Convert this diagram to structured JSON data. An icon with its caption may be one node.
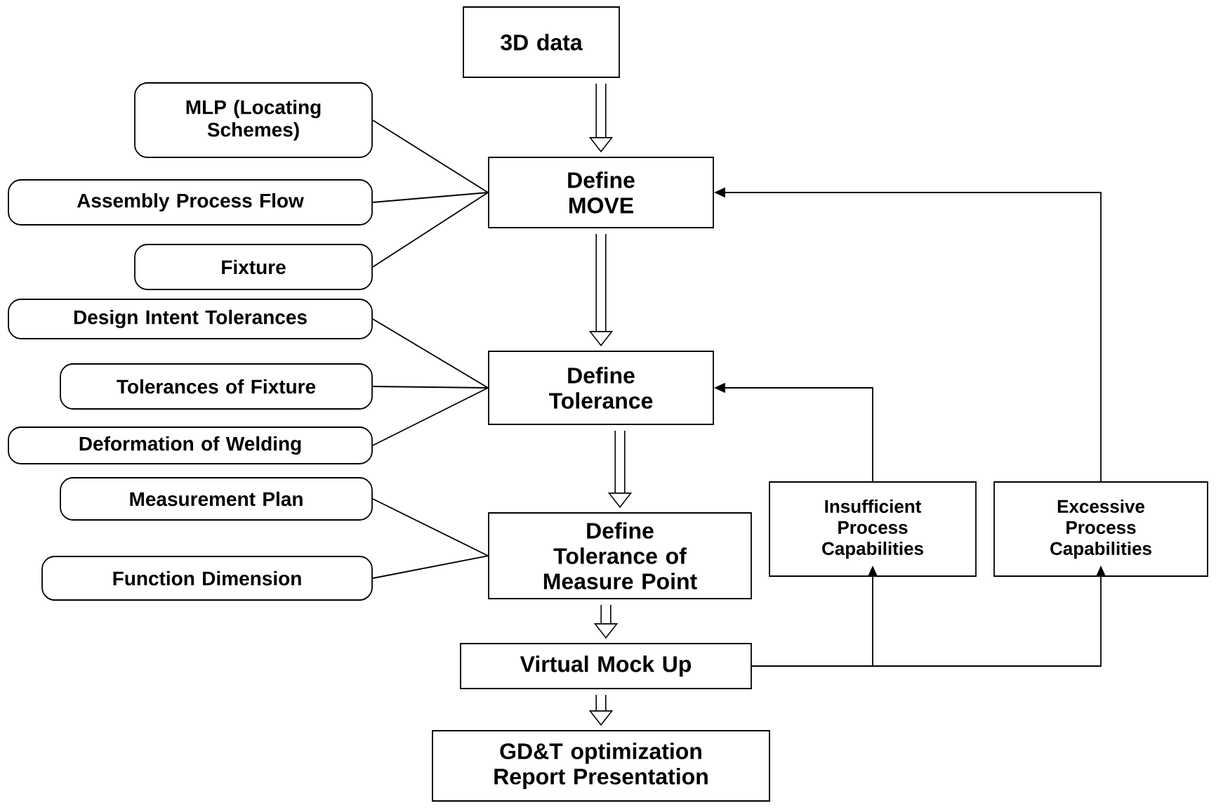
{
  "diagram": {
    "nodes": [
      {
        "text": [
          "3D data"
        ]
      },
      {
        "text": [
          "MLP (Locating Schemes)"
        ]
      },
      {
        "text": [
          "Define MOVE"
        ]
      },
      {
        "text": [
          "Assembly Process Flow"
        ]
      },
      {
        "text": [
          "Fixture"
        ]
      },
      {
        "text": [
          "Design Intent Tolerances"
        ]
      },
      {
        "text": [
          "Define Tolerance"
        ]
      },
      {
        "text": [
          "Tolerances of Fixture"
        ]
      },
      {
        "text": [
          "Deformation of Welding"
        ]
      },
      {
        "text": [
          "Measurement Plan"
        ]
      },
      {
        "text": [
          "Define Tolerance of Measure Point"
        ]
      },
      {
        "text": [
          "Insufficient Process Capabilities"
        ]
      },
      {
        "text": [
          "Excessive Process Capabilities"
        ]
      },
      {
        "text": [
          "Function Dimension"
        ]
      },
      {
        "text": [
          "Virtual Mock Up"
        ]
      },
      {
        "text": [
          "GD&T optimization Report Presentation"
        ]
      }
    ],
    "edges": [
      {
        "from": 0,
        "to": 2,
        "arrow": "to",
        "style": "thick"
      },
      {
        "from": 1,
        "to": 2,
        "arrow": "none"
      },
      {
        "from": 3,
        "to": 2,
        "arrow": "none"
      },
      {
        "from": 4,
        "to": 2,
        "arrow": "none"
      },
      {
        "from": 2,
        "to": 6,
        "arrow": "to",
        "style": "thick"
      },
      {
        "from": 5,
        "to": 6,
        "arrow": "none"
      },
      {
        "from": 7,
        "to": 6,
        "arrow": "none"
      },
      {
        "from": 8,
        "to": 6,
        "arrow": "none"
      },
      {
        "from": 6,
        "to": 10,
        "arrow": "to",
        "style": "thick"
      },
      {
        "from": 9,
        "to": 10,
        "arrow": "none"
      },
      {
        "from": 13,
        "to": 10,
        "arrow": "none"
      },
      {
        "from": 10,
        "to": 14,
        "arrow": "to",
        "style": "thick"
      },
      {
        "from": 14,
        "to": 15,
        "arrow": "to",
        "style": "thick"
      },
      {
        "from": 14,
        "to": 11,
        "arrow": "to"
      },
      {
        "from": 14,
        "to": 12,
        "arrow": "to"
      },
      {
        "from": 11,
        "to": 6,
        "arrow": "to"
      },
      {
        "from": 12,
        "to": 2,
        "arrow": "to"
      }
    ]
  }
}
